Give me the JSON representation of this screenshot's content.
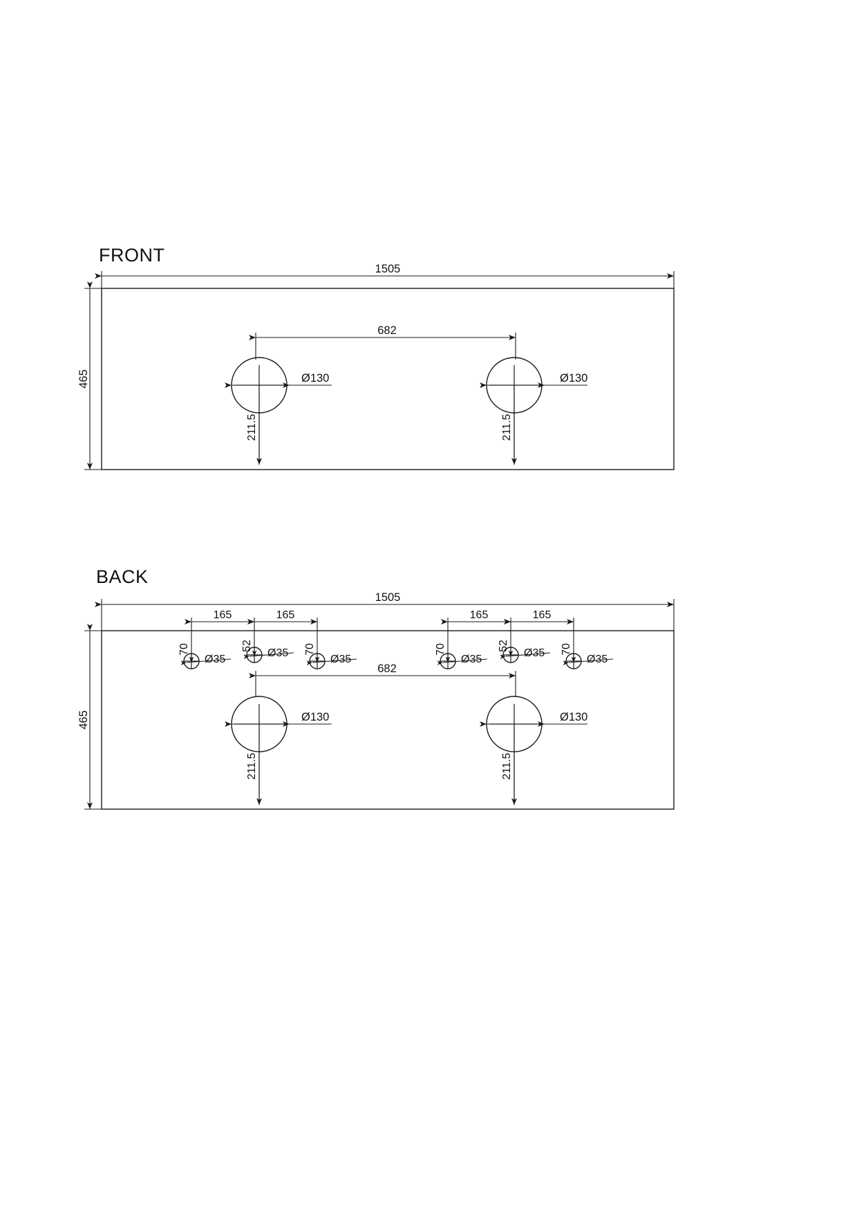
{
  "sheet": {
    "background_color": "#ffffff",
    "line_color": "#1a1a1a",
    "units": "mm"
  },
  "views": [
    {
      "id": "front",
      "title": "FRONT",
      "panel": {
        "width_label": "1505",
        "height_label": "465"
      },
      "basin_spacing_label": "682",
      "basins": [
        {
          "diameter_label": "Ø130",
          "offset_label": "211.5"
        },
        {
          "diameter_label": "Ø130",
          "offset_label": "211.5"
        }
      ]
    },
    {
      "id": "back",
      "title": "BACK",
      "panel": {
        "width_label": "1505",
        "height_label": "465"
      },
      "basin_spacing_label": "682",
      "basins": [
        {
          "diameter_label": "Ø130",
          "offset_label": "211.5"
        },
        {
          "diameter_label": "Ø130",
          "offset_label": "211.5"
        }
      ],
      "tap_hole_groups": [
        {
          "pitch_labels": [
            "165",
            "165"
          ],
          "holes": [
            {
              "diameter_label": "Ø35",
              "offset_label": "70"
            },
            {
              "diameter_label": "Ø35",
              "offset_label": "52"
            },
            {
              "diameter_label": "Ø35",
              "offset_label": "70"
            }
          ]
        },
        {
          "pitch_labels": [
            "165",
            "165"
          ],
          "holes": [
            {
              "diameter_label": "Ø35",
              "offset_label": "70"
            },
            {
              "diameter_label": "Ø35",
              "offset_label": "52"
            },
            {
              "diameter_label": "Ø35",
              "offset_label": "70"
            }
          ]
        }
      ]
    }
  ],
  "labels": {
    "front_title": "FRONT",
    "back_title": "BACK",
    "w1505": "1505",
    "h465": "465",
    "s682": "682",
    "d130": "Ø130",
    "d35": "Ø35",
    "o211_5": "211.5",
    "p165": "165",
    "o70": "70",
    "o52": "52"
  }
}
